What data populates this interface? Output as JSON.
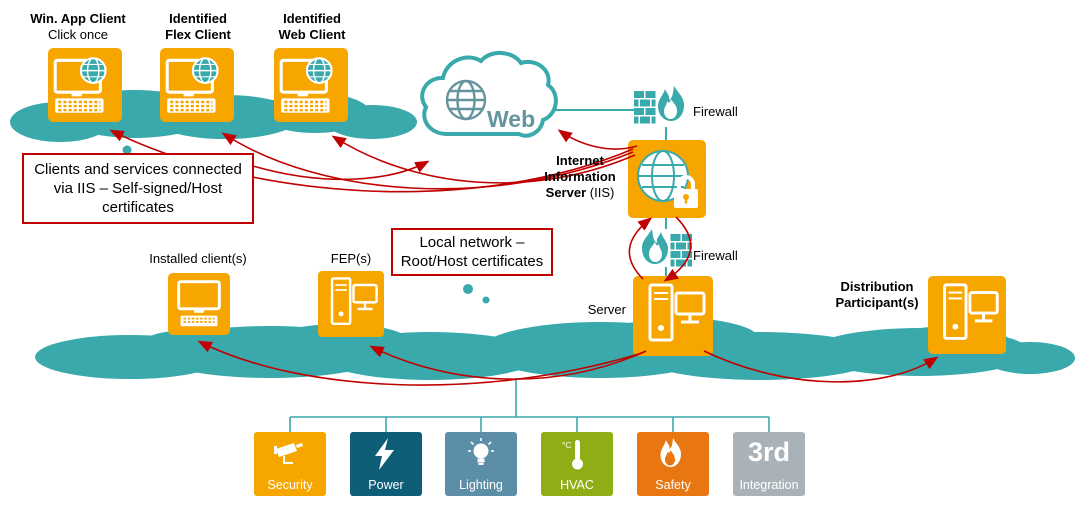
{
  "top_clients": [
    {
      "line1": "Win. App Client",
      "line2": "Click once"
    },
    {
      "line1": "Identified",
      "line2": "Flex Client"
    },
    {
      "line1": "Identified",
      "line2": "Web Client"
    }
  ],
  "web": {
    "label": "Web"
  },
  "firewalls": {
    "top": "Firewall",
    "bottom": "Firewall"
  },
  "iis": {
    "line1": "Internet",
    "line2": "Information",
    "line3_bold": "Server",
    "line3_normal": "(IIS)"
  },
  "callouts": {
    "iis_certificates": "Clients and services connected via IIS – Self-signed/Host certificates",
    "local_network": "Local network – Root/Host certificates"
  },
  "nodes": {
    "installed_client": "Installed client(s)",
    "fep": "FEP(s)",
    "server": "Server",
    "distribution_line1": "Distribution",
    "distribution_line2": "Participant(s)"
  },
  "subsystems": [
    {
      "label": "Security",
      "color": "#F7A600"
    },
    {
      "label": "Power",
      "color": "#0F5E78"
    },
    {
      "label": "Lighting",
      "color": "#5D8EA8"
    },
    {
      "label": "HVAC",
      "color": "#8FAE16",
      "icon_text": "°C"
    },
    {
      "label": "Safety",
      "color": "#E87711"
    },
    {
      "label": "Integration",
      "big_text": "3rd",
      "color": "#A9B2B8"
    }
  ],
  "colors": {
    "node_orange": "#F7A600",
    "network_teal": "#39A9AC",
    "arrow_red": "#C00000",
    "callout_border_red": "#C00000"
  }
}
